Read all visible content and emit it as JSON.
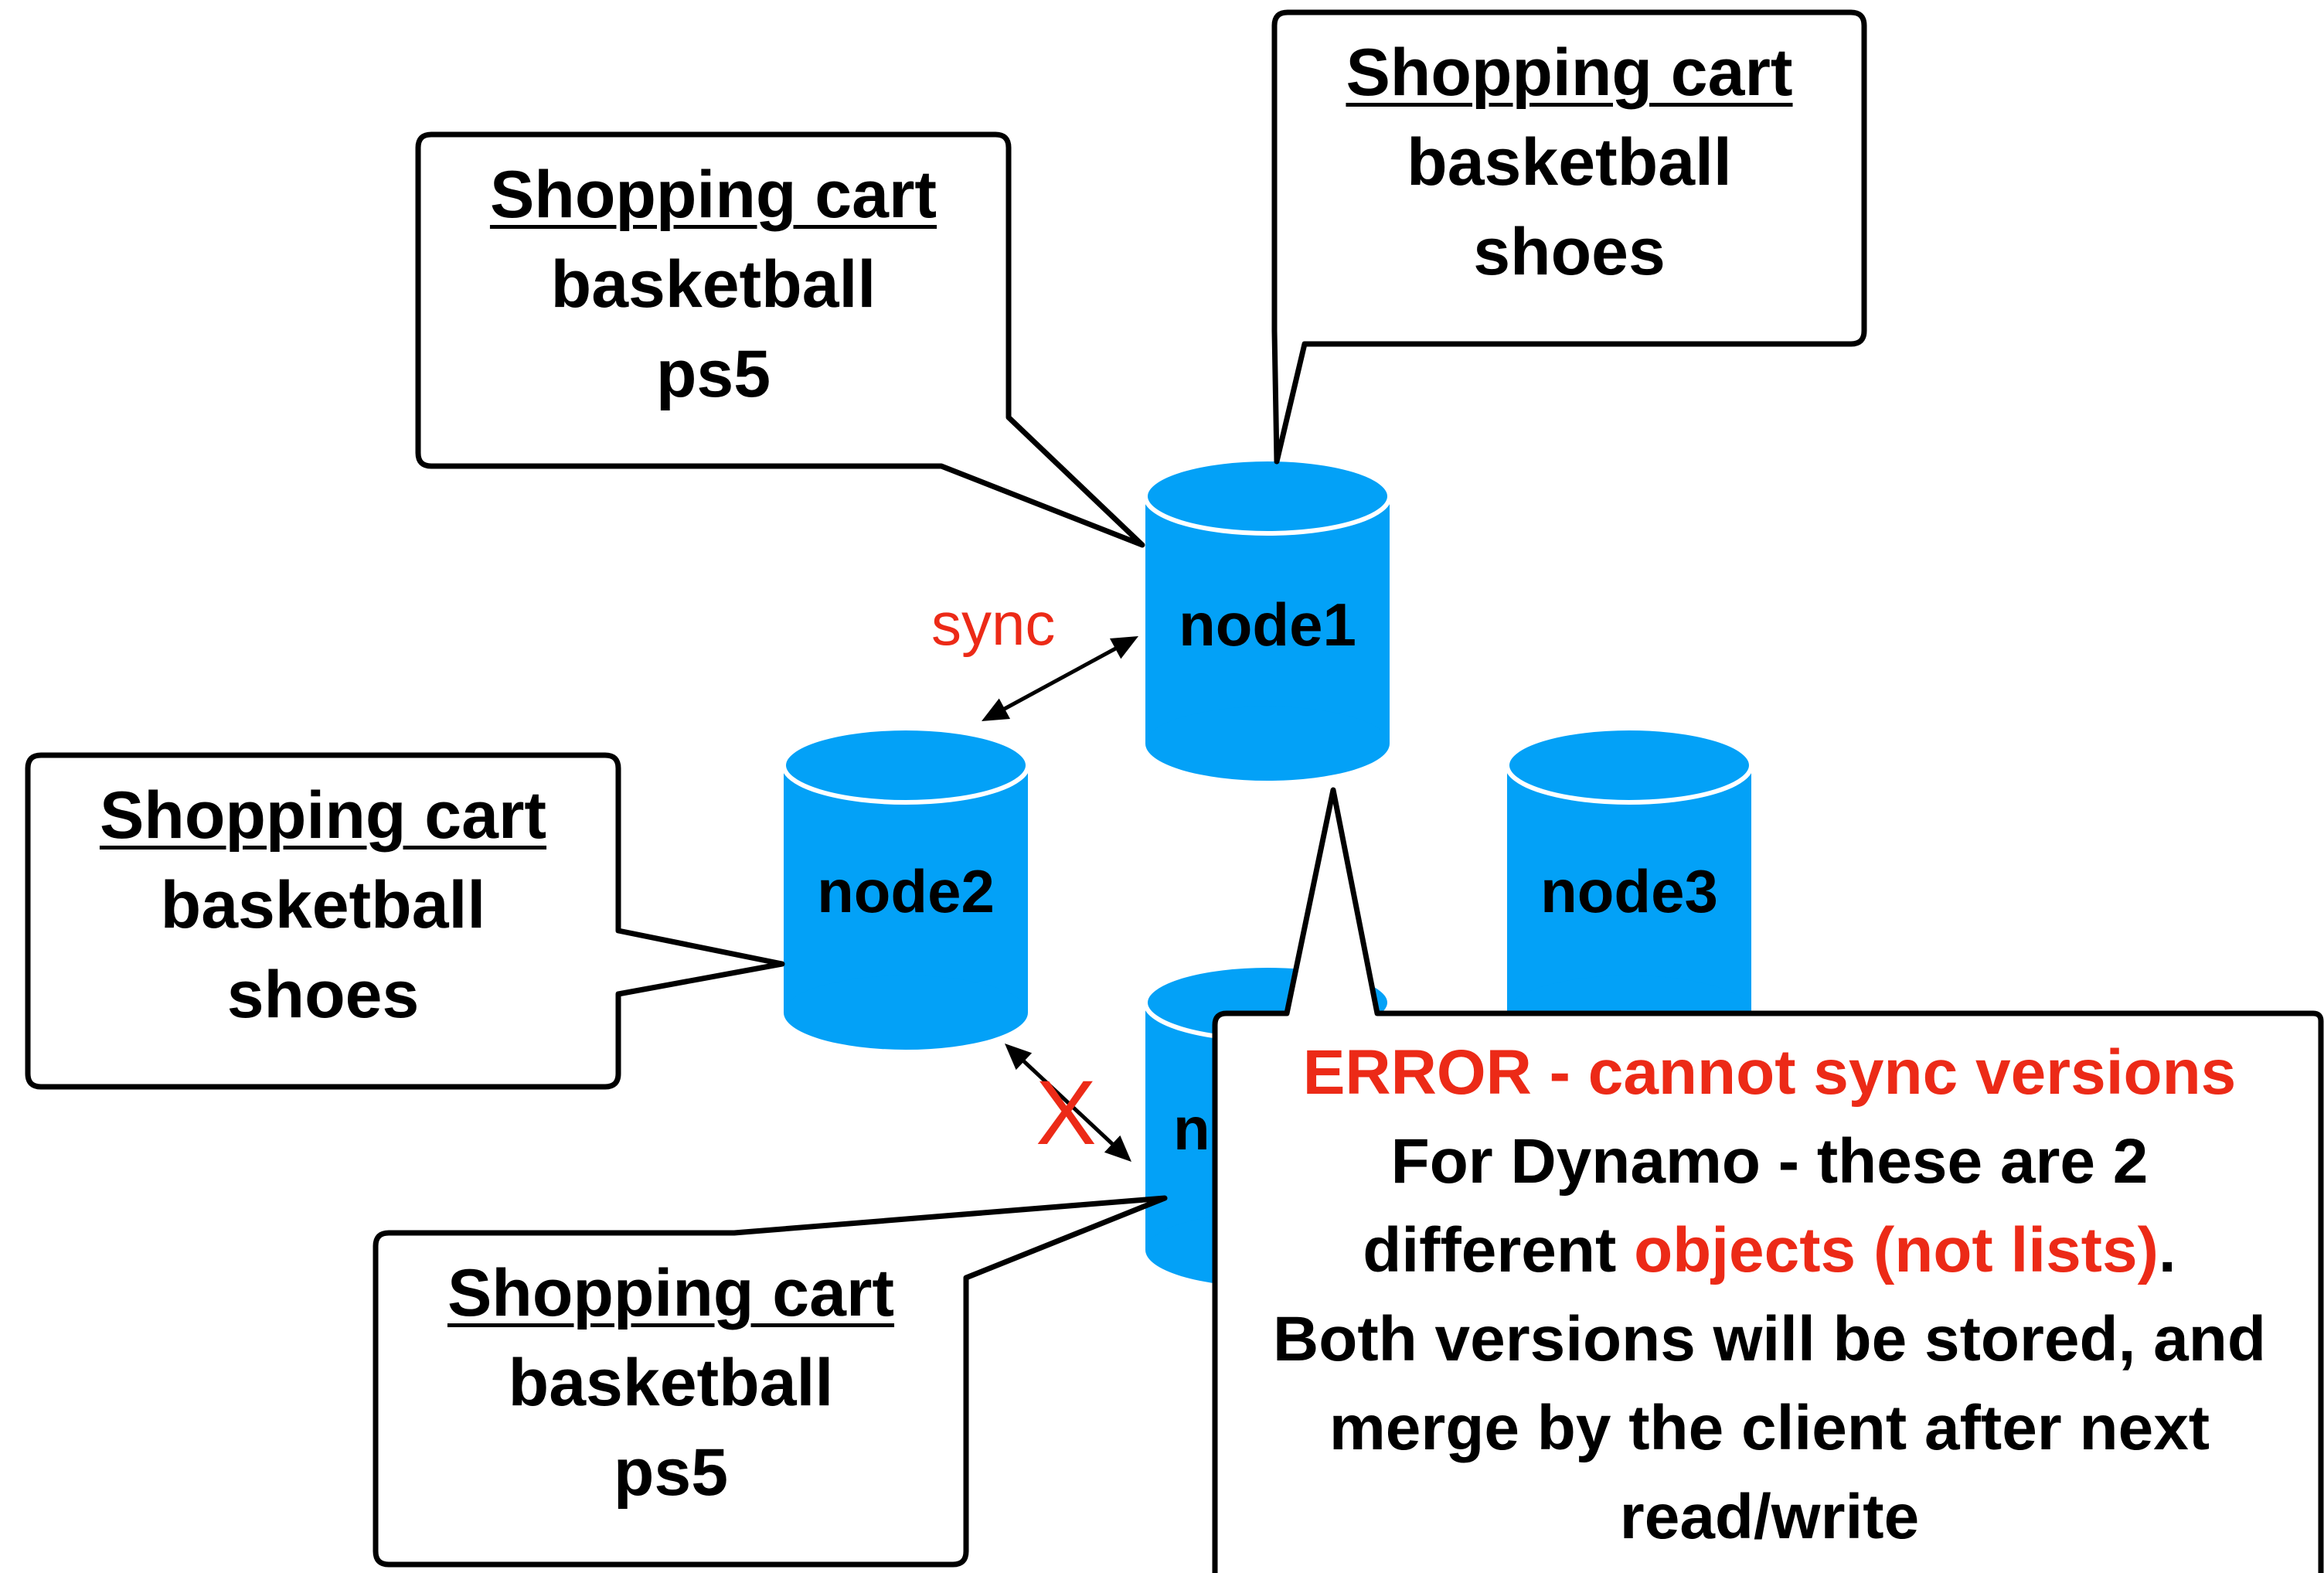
{
  "nodes": [
    {
      "id": "node1",
      "label": "node1"
    },
    {
      "id": "node2",
      "label": "node2"
    },
    {
      "id": "node3",
      "label": "node3"
    },
    {
      "id": "node4",
      "label": "n"
    }
  ],
  "callouts": [
    {
      "title": "Shopping cart",
      "items": [
        "basketball",
        "ps5"
      ]
    },
    {
      "title": "Shopping cart",
      "items": [
        "basketball",
        "shoes"
      ]
    },
    {
      "title": "Shopping cart",
      "items": [
        "basketball",
        "shoes"
      ]
    },
    {
      "title": "Shopping cart",
      "items": [
        "basketball",
        "ps5"
      ]
    }
  ],
  "links": {
    "sync_label": "sync",
    "fail_mark": "X"
  },
  "error": {
    "heading": "ERROR - cannot sync versions",
    "line1": "For Dynamo - these are 2",
    "line2_prefix": "different ",
    "line2_highlight": "objects (not lists)",
    "line2_suffix": ".",
    "line3": "Both versions will be stored, and",
    "line4": "merge by the client after next",
    "line5": "read/write"
  },
  "colors": {
    "node_fill": "#03a1f7",
    "error_red": "#ec2a17",
    "outline": "#000000"
  }
}
